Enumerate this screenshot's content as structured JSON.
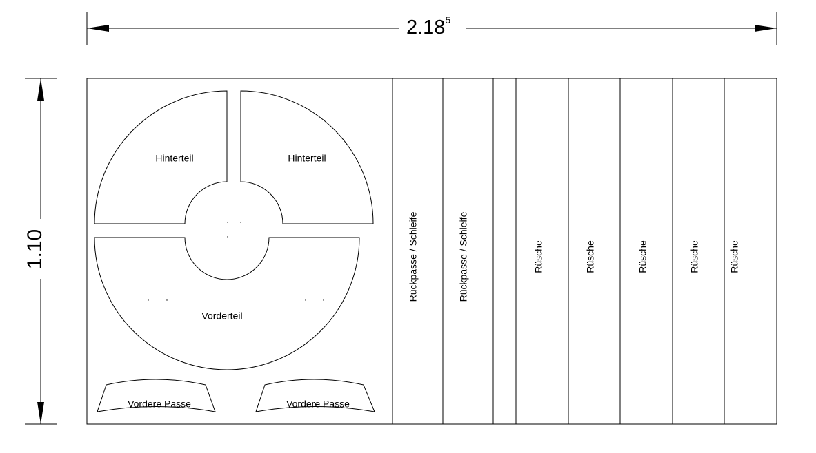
{
  "dimensions": {
    "width_main": "2.18",
    "width_sup": "5",
    "height": "1.10"
  },
  "pieces": {
    "back_left": "Hinterteil",
    "back_right": "Hinterteil",
    "front": "Vorderteil",
    "front_yoke_left": "Vordere Passe",
    "front_yoke_right": "Vordere Passe"
  },
  "strips": [
    "Rückpasse / Schleife",
    "Rückpasse / Schleife",
    "Rüsche",
    "Rüsche",
    "Rüsche",
    "Rüsche",
    "Rüsche"
  ],
  "colors": {
    "line": "#000000",
    "background": "#ffffff"
  }
}
